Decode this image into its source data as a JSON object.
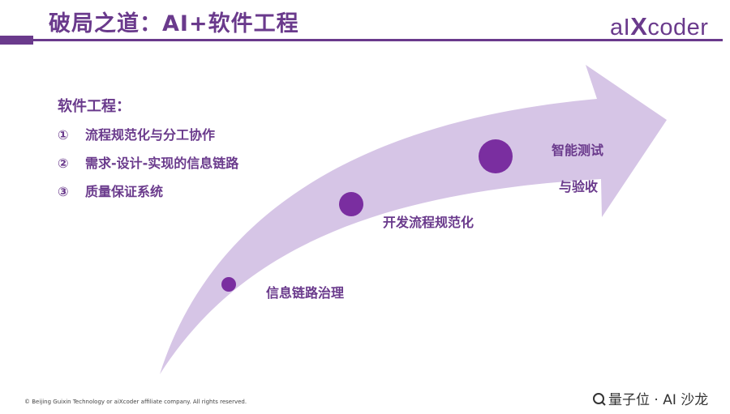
{
  "title": "破局之道：AI+软件工程",
  "logo": {
    "prefix": "aI",
    "x": "X",
    "suffix": "coder"
  },
  "section": {
    "heading": "软件工程：",
    "items": [
      {
        "num": "①",
        "text": "流程规范化与分工协作"
      },
      {
        "num": "②",
        "text": "需求-设计-实现的信息链路"
      },
      {
        "num": "③",
        "text": "质量保证系统"
      }
    ]
  },
  "stages": {
    "s1": "信息链路治理",
    "s2": "开发流程规范化",
    "s3_line1": "智能测试",
    "s3_line2": "与验收"
  },
  "footer": "© Beijing Guixin Technology or aiXcoder affiliate company. All rights reserved.",
  "watermark": "量子位 · AI 沙龙",
  "colors": {
    "accent": "#6a3a8c",
    "arrow": "#d6c5e6",
    "dot": "#7a2ea0"
  }
}
